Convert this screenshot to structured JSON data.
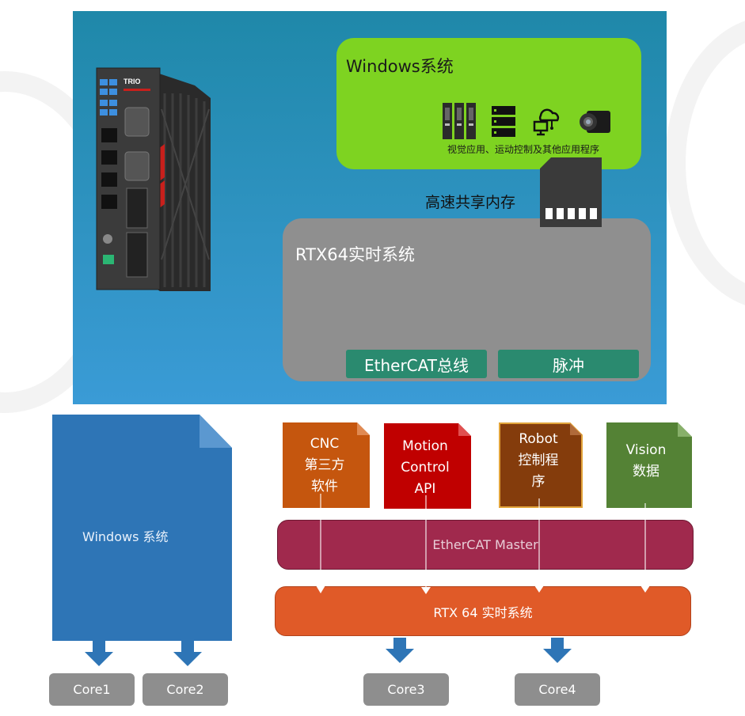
{
  "top_panel": {
    "windows_title": "Windows系统",
    "windows_caption": "视觉应用、运动控制及其他应用程序",
    "memory_label": "高速共享内存",
    "rtx_title": "RTX64实时系统",
    "ethercat_button": "EtherCAT总线",
    "pulse_button": "脉冲",
    "device_brand": "TRIO"
  },
  "bottom": {
    "windows_label": "Windows 系统",
    "apps": [
      {
        "lines": [
          "CNC",
          "第三方",
          "软件"
        ],
        "color": "#c5560e"
      },
      {
        "lines": [
          "Motion",
          "Control",
          "API"
        ],
        "color": "#c00000"
      },
      {
        "lines": [
          "Robot",
          "控制程",
          "序"
        ],
        "color": "#843c0c"
      },
      {
        "lines": [
          "Vision",
          "数据"
        ],
        "color": "#548235"
      }
    ],
    "ethercat_master": "EtherCAT Master",
    "rtx_label": "RTX 64  实时系统",
    "cores": [
      "Core1",
      "Core2",
      "Core3",
      "Core4"
    ]
  },
  "colors": {
    "windows_box": "#7ed321",
    "rtx_box": "#8f8f8f",
    "green_button": "#2a8a6f",
    "windows_block": "#2e75b6",
    "ethercat_bar": "#a0294d",
    "rtx_bar": "#e05a28",
    "core_box": "#8e8e8e",
    "arrow": "#2e75b6"
  }
}
